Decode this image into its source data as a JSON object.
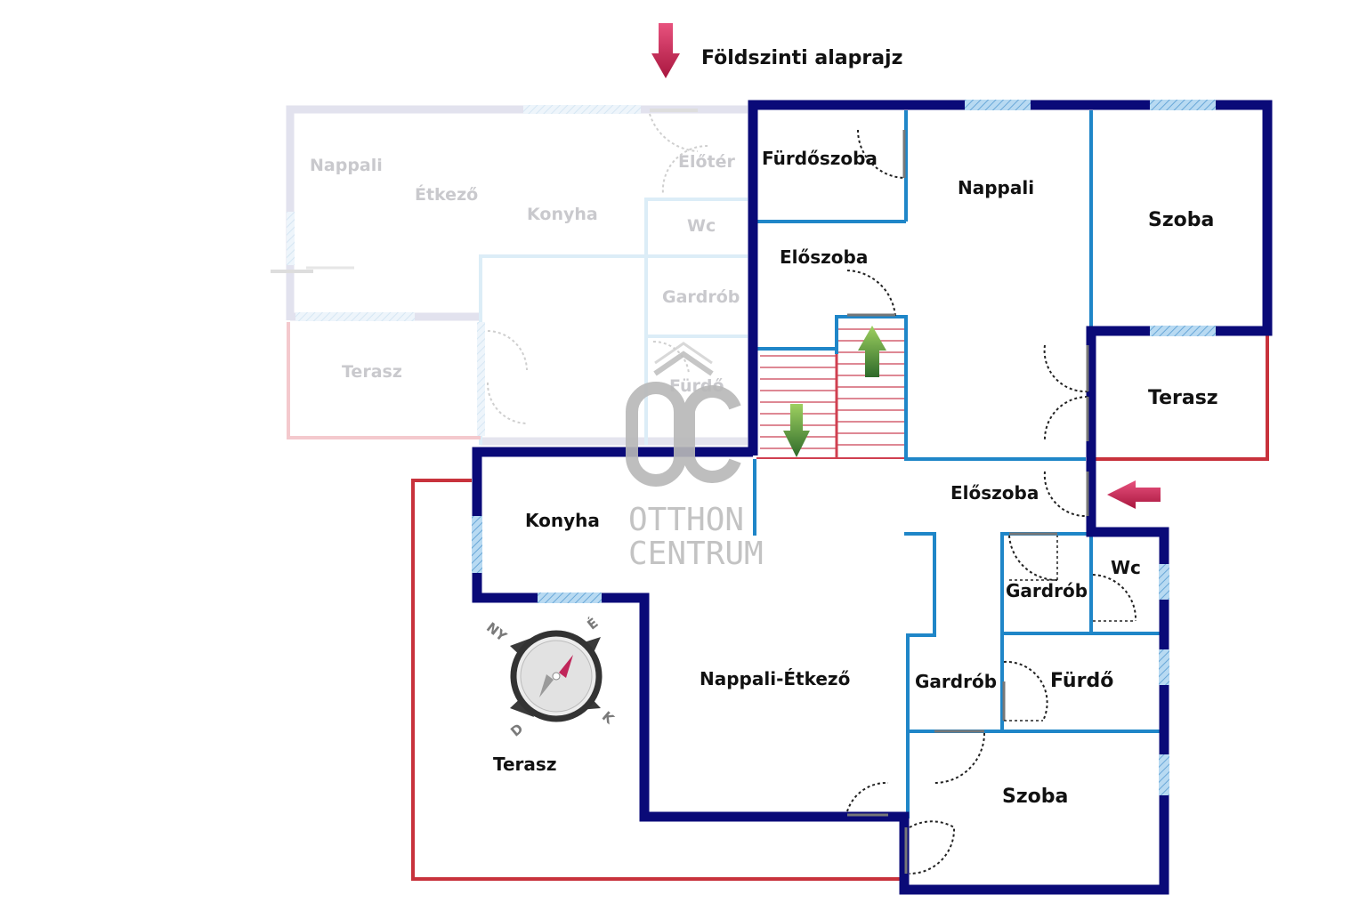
{
  "title": "Földszinti alaprajz",
  "colors": {
    "outer_wall": "#0a0a78",
    "inner_wall": "#1f86c8",
    "terrace_line": "#c8323c",
    "window": "#8cc0e6",
    "stairs": "#d05060",
    "arrow_entry": "#c0265a",
    "arrow_stairs": "#6ab43c"
  },
  "upper_floor_ghost": {
    "rooms": {
      "nappali": "Nappali",
      "etkezo": "Étkező",
      "konyha": "Konyha",
      "eloter": "Előtér",
      "wc": "Wc",
      "gardrob": "Gardrób",
      "furdo": "Fürdő",
      "terasz": "Terasz"
    }
  },
  "ground_floor": {
    "rooms": {
      "furdoszoba": "Fürdőszoba",
      "nappali": "Nappali",
      "szoba_top": "Szoba",
      "eloszoba_top": "Előszoba",
      "terasz_right": "Terasz",
      "eloszoba_mid": "Előszoba",
      "konyha": "Konyha",
      "wc": "Wc",
      "gardrob_small": "Gardrób",
      "nappali_etkezo": "Nappali-Étkező",
      "gardrob": "Gardrób",
      "furdo": "Fürdő",
      "terasz_left": "Terasz",
      "szoba_bottom": "Szoba"
    }
  },
  "compass": {
    "labels": [
      "NY",
      "É",
      "K",
      "D"
    ]
  },
  "logo": {
    "mark": "OC",
    "line1": "OTTHON",
    "line2": "CENTRUM"
  },
  "icons": [
    "entry-arrow-icon",
    "stairs-up-arrow-icon",
    "stairs-down-arrow-icon",
    "compass-icon",
    "title-arrow-icon"
  ]
}
